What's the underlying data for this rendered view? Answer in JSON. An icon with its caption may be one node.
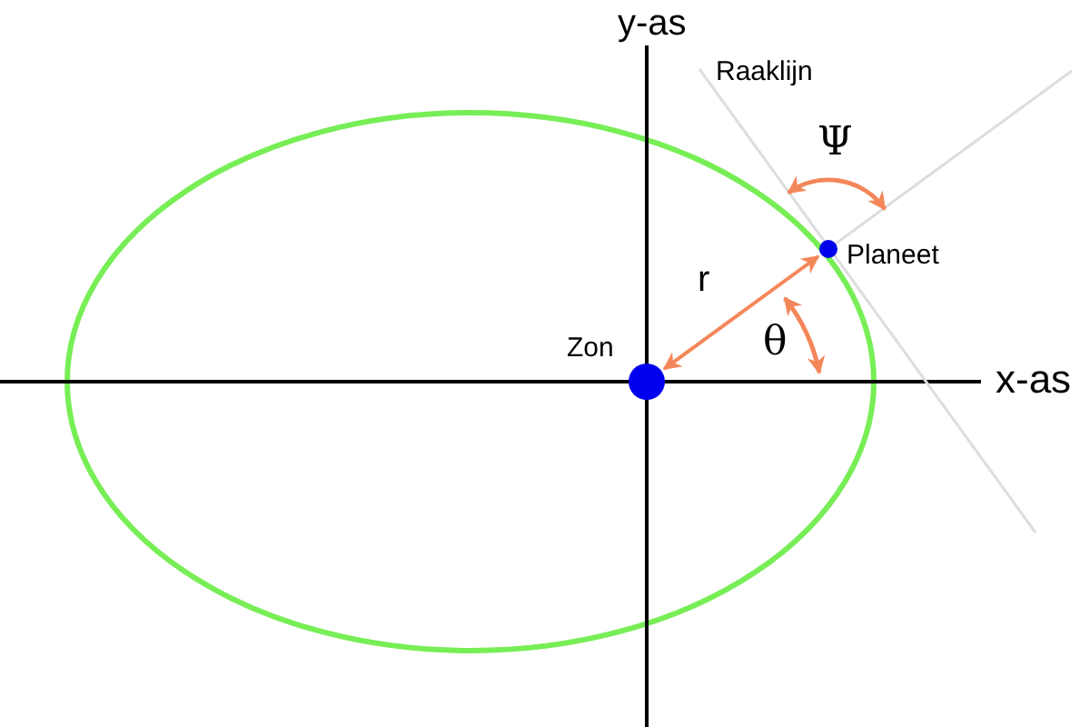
{
  "diagram": {
    "nodes": [
      {
        "text": [],
        "shape": "circle",
        "beside": [
          "Zon"
        ]
      },
      {
        "text": [],
        "shape": "circle",
        "beside": [
          "Planeet"
        ]
      }
    ],
    "edges": [
      {
        "from": 0,
        "to": 1,
        "arrow": "both",
        "label": "r",
        "color": "#f4875a"
      }
    ],
    "labels": [
      "y-as",
      "Raaklijn",
      "Ψ",
      "θ",
      "x-as"
    ]
  }
}
